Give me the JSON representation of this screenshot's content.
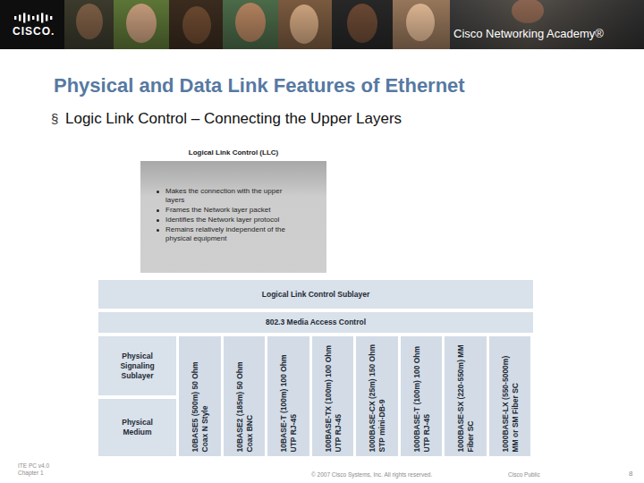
{
  "diagram": {
    "title": "Physical and Data Link Features of Ethernet",
    "nodes": [
      {
        "text": [
          "Logical Link Control (LLC)",
          "Makes the connection with the upper layers",
          "Frames the Network layer packet",
          "Identifies the Network layer protocol",
          "Remains relatively independent of the physical equipment"
        ]
      },
      {
        "text": [
          "Logical Link Control Sublayer"
        ]
      },
      {
        "text": [
          "802.3 Media Access Control"
        ]
      },
      {
        "text": [
          "Physical Signaling Sublayer"
        ]
      },
      {
        "text": [
          "Physical Medium"
        ]
      },
      {
        "text": [
          "10BASE5 (500m) 50 Ohm Coax N Style"
        ]
      },
      {
        "text": [
          "10BASE2 (185m) 50 Ohm Coax BNC"
        ]
      },
      {
        "text": [
          "10BASE-T (100m) 100 Ohm UTP RJ-45"
        ]
      },
      {
        "text": [
          "100BASE-TX (100m) 100 Ohm UTP RJ-45"
        ]
      },
      {
        "text": [
          "1000BASE-CX (25m) 150 Ohm STP mini-DB-9"
        ]
      },
      {
        "text": [
          "1000BASE-T (100m) 100 Ohm UTP RJ-45"
        ]
      },
      {
        "text": [
          "1000BASE-SX (220-550m) MM Fiber SC"
        ]
      },
      {
        "text": [
          "1000BASE-LX (550-5000m) MM or SM Fiber SC"
        ]
      }
    ],
    "labels": [
      "CISCO.",
      "Cisco Networking Academy®",
      "§",
      "Logic Link Control – Connecting the Upper Layers",
      "ITE PC v4.0 Chapter 1",
      "© 2007 Cisco Systems, Inc. All rights reserved.",
      "Cisco Public",
      "8"
    ]
  }
}
